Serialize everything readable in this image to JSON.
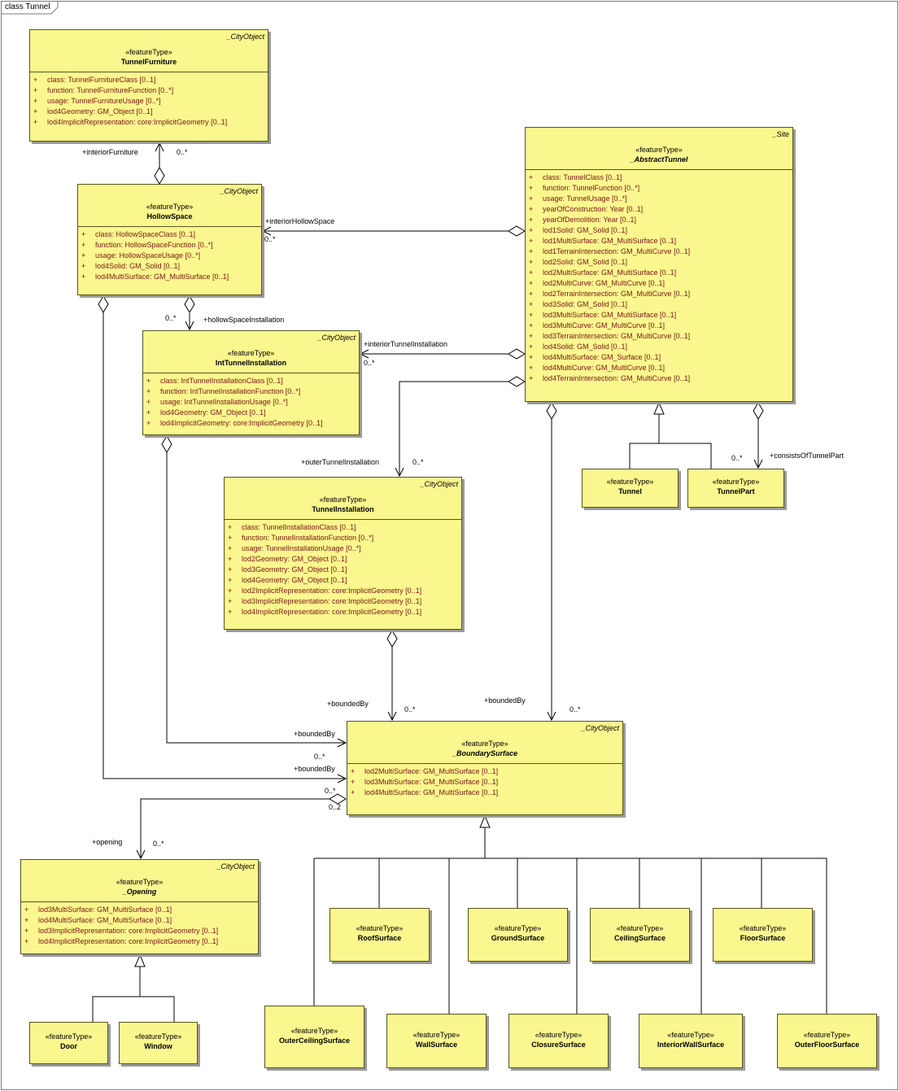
{
  "frame": {
    "label": "class Tunnel"
  },
  "classes": {
    "tunnel_furniture": {
      "parent": "_CityObject",
      "stereotype": "«featureType»",
      "name": "TunnelFurniture",
      "abstract": false,
      "attributes": [
        {
          "vis": "+",
          "text": "class:  TunnelFurnitureClass [0..1]"
        },
        {
          "vis": "+",
          "text": "function:  TunnelFurnitureFunction [0..*]"
        },
        {
          "vis": "+",
          "text": "usage:  TunnelFurnitureUsage [0..*]"
        },
        {
          "vis": "+",
          "text": "lod4Geometry:  GM_Object [0..1]"
        },
        {
          "vis": "+",
          "text": "lod4ImplicitRepresentation:  core:ImplicitGeometry [0..1]"
        }
      ]
    },
    "abstract_tunnel": {
      "parent": "_Site",
      "stereotype": "«featureType»",
      "name": "_AbstractTunnel",
      "abstract": true,
      "attributes": [
        {
          "vis": "+",
          "text": "class:  TunnelClass [0..1]"
        },
        {
          "vis": "+",
          "text": "function:  TunnelFunction [0..*]"
        },
        {
          "vis": "+",
          "text": "usage:  TunnelUsage [0..*]"
        },
        {
          "vis": "+",
          "text": "yearOfConstruction:  Year [0..1]"
        },
        {
          "vis": "+",
          "text": "yearOfDemolition:  Year [0..1]"
        },
        {
          "vis": "+",
          "text": "lod1Solid:  GM_Solid [0..1]"
        },
        {
          "vis": "+",
          "text": "lod1MultiSurface:  GM_MultiSurface [0..1]"
        },
        {
          "vis": "+",
          "text": "lod1TerrainIntersection:  GM_MultiCurve [0..1]"
        },
        {
          "vis": "+",
          "text": "lod2Solid:  GM_Solid [0..1]"
        },
        {
          "vis": "+",
          "text": "lod2MultiSurface:  GM_MultiSurface [0..1]"
        },
        {
          "vis": "+",
          "text": "lod2MultiCurve:  GM_MultiCurve [0..1]"
        },
        {
          "vis": "+",
          "text": "lod2TerrainIntersection:  GM_MultiCurve [0..1]"
        },
        {
          "vis": "+",
          "text": "lod3Solid:  GM_Solid [0..1]"
        },
        {
          "vis": "+",
          "text": "lod3MultiSurface:  GM_MultiSurface [0..1]"
        },
        {
          "vis": "+",
          "text": "lod3MultiCurve:  GM_MultiCurve [0..1]"
        },
        {
          "vis": "+",
          "text": "lod3TerrainIntersection:  GM_MultiCurve [0..1]"
        },
        {
          "vis": "+",
          "text": "lod4Solid:  GM_Solid [0..1]"
        },
        {
          "vis": "+",
          "text": "lod4MultiSurface:  GM_Surface [0..1]"
        },
        {
          "vis": "+",
          "text": "lod4MultiCurve:  GM_MultiCurve [0..1]"
        },
        {
          "vis": "+",
          "text": "lod4TerrainIntersection:  GM_MultiCurve [0..1]"
        }
      ]
    },
    "hollow_space": {
      "parent": "_CityObject",
      "stereotype": "«featureType»",
      "name": "HollowSpace",
      "abstract": false,
      "attributes": [
        {
          "vis": "+",
          "text": "class:  HollowSpaceClass [0..1]"
        },
        {
          "vis": "+",
          "text": "function:  HollowSpaceFunction [0..*]"
        },
        {
          "vis": "+",
          "text": "usage:  HollowSpaceUsage [0..*]"
        },
        {
          "vis": "+",
          "text": "lod4Solid:  GM_Solid [0..1]"
        },
        {
          "vis": "+",
          "text": "lod4MultiSurface:  GM_MultiSurface [0..1]"
        }
      ]
    },
    "int_tunnel_installation": {
      "parent": "_CityObject",
      "stereotype": "«featureType»",
      "name": "IntTunnelInstallation",
      "abstract": false,
      "attributes": [
        {
          "vis": "+",
          "text": "class:  IntTunnelInstallationClass [0..1]"
        },
        {
          "vis": "+",
          "text": "function:  IntTunnelInstallationFunction [0..*]"
        },
        {
          "vis": "+",
          "text": "usage:  IntTunnelInstallationUsage [0..*]"
        },
        {
          "vis": "+",
          "text": "lod4Geometry:  GM_Object [0..1]"
        },
        {
          "vis": "+",
          "text": "lod4ImplicitGeometry:  core:ImplicitGeometry [0..1]"
        }
      ]
    },
    "tunnel_installation": {
      "parent": "_CityObject",
      "stereotype": "«featureType»",
      "name": "TunnelInstallation",
      "abstract": false,
      "attributes": [
        {
          "vis": "+",
          "text": "class:  TunnelInstallationClass [0..1]"
        },
        {
          "vis": "+",
          "text": "function:  TunnelInstallationFunction [0..*]"
        },
        {
          "vis": "+",
          "text": "usage:  TunnelInstallationUsage [0..*]"
        },
        {
          "vis": "+",
          "text": "lod2Geometry:  GM_Object [0..1]"
        },
        {
          "vis": "+",
          "text": "lod3Geometry:  GM_Object [0..1]"
        },
        {
          "vis": "+",
          "text": "lod4Geometry:  GM_Object [0..1]"
        },
        {
          "vis": "+",
          "text": "lod2ImplicitRepresentation:  core:ImplicitGeometry [0..1]"
        },
        {
          "vis": "+",
          "text": "lod3ImplicitRepresentation:  core:ImplicitGeometry [0..1]"
        },
        {
          "vis": "+",
          "text": "lod4ImplicitRepresentation:  core:ImplicitGeometry [0..1]"
        }
      ]
    },
    "tunnel": {
      "stereotype": "«featureType»",
      "name": "Tunnel",
      "abstract": false
    },
    "tunnel_part": {
      "stereotype": "«featureType»",
      "name": "TunnelPart",
      "abstract": false
    },
    "boundary_surface": {
      "parent": "_CityObject",
      "stereotype": "«featureType»",
      "name": "_BoundarySurface",
      "abstract": true,
      "attributes": [
        {
          "vis": "+",
          "text": "lod2MultiSurface:  GM_MultiSurface [0..1]"
        },
        {
          "vis": "+",
          "text": "lod3MultiSurface:  GM_MultiSurface [0..1]"
        },
        {
          "vis": "+",
          "text": "lod4MultiSurface:  GM_MultiSurface [0..1]"
        }
      ]
    },
    "opening": {
      "parent": "_CityObject",
      "stereotype": "«featureType»",
      "name": "_Opening",
      "abstract": true,
      "attributes": [
        {
          "vis": "+",
          "text": "lod3MultiSurface:  GM_MultiSurface [0..1]"
        },
        {
          "vis": "+",
          "text": "lod4MultiSurface:  GM_MultiSurface [0..1]"
        },
        {
          "vis": "+",
          "text": "lod3ImplicitRepresentation:  core:ImplicitGeometry [0..1]"
        },
        {
          "vis": "+",
          "text": "lod4ImplicitRepresentation:  core:ImplicitGeometry [0..1]"
        }
      ]
    },
    "door": {
      "stereotype": "«featureType»",
      "name": "Door",
      "abstract": false
    },
    "window": {
      "stereotype": "«featureType»",
      "name": "Window",
      "abstract": false
    },
    "roof_surface": {
      "stereotype": "«featureType»",
      "name": "RoofSurface",
      "abstract": false
    },
    "ground_surface": {
      "stereotype": "«featureType»",
      "name": "GroundSurface",
      "abstract": false
    },
    "ceiling_surface": {
      "stereotype": "«featureType»",
      "name": "CeilingSurface",
      "abstract": false
    },
    "floor_surface": {
      "stereotype": "«featureType»",
      "name": "FloorSurface",
      "abstract": false
    },
    "outer_ceiling_surface": {
      "stereotype": "«featureType»",
      "name": "OuterCeilingSurface",
      "abstract": false
    },
    "wall_surface": {
      "stereotype": "«featureType»",
      "name": "WallSurface",
      "abstract": false
    },
    "closure_surface": {
      "stereotype": "«featureType»",
      "name": "ClosureSurface",
      "abstract": false
    },
    "interior_wall_surface": {
      "stereotype": "«featureType»",
      "name": "InteriorWallSurface",
      "abstract": false
    },
    "outer_floor_surface": {
      "stereotype": "«featureType»",
      "name": "OuterFloorSurface",
      "abstract": false
    }
  },
  "labels": {
    "interior_furniture_role": "+interiorFurniture",
    "interior_furniture_mult": "0..*",
    "interior_hollow_space_role": "+interiorHollowSpace",
    "interior_hollow_space_mult": "0..*",
    "hollow_space_installation_role": "+hollowSpaceInstallation",
    "hollow_space_installation_mult": "0..*",
    "interior_tunnel_installation_role": "+interiorTunnelInstallation",
    "interior_tunnel_installation_mult": "0..*",
    "outer_tunnel_installation_role": "+outerTunnelInstallation",
    "outer_tunnel_installation_mult": "0..*",
    "consists_of_tunnel_part_role": "+consistsOfTunnelPart",
    "consists_of_tunnel_part_mult": "0..*",
    "bounded_by_installation_role": "+boundedBy",
    "bounded_by_installation_mult": "0..*",
    "bounded_by_tunnel_role": "+boundedBy",
    "bounded_by_tunnel_mult": "0..*",
    "bounded_by_int_installation_role": "+boundedBy",
    "bounded_by_int_installation_mult": "0..*",
    "bounded_by_hollow_space_role": "+boundedBy",
    "bounded_by_hollow_space_mult": "0..*",
    "opening_role": "+opening",
    "opening_mult": "0..*",
    "opening_owner_mult": "0..2"
  }
}
